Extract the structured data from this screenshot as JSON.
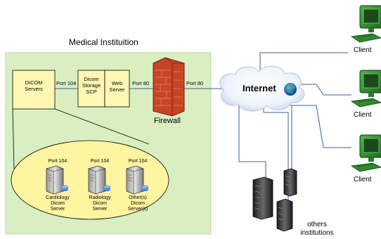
{
  "site_title": "Medical Instituition",
  "servers_box": {
    "line1": "DICOM",
    "line2": "Servers"
  },
  "scp_box": {
    "line1": "Dicom",
    "line2": "Storage",
    "line3": "SCP"
  },
  "web_box": {
    "line1": "Web",
    "line2": "Server"
  },
  "ports": {
    "p104": "Port 104",
    "p80a": "Port 80",
    "p80b": "Port 80"
  },
  "firewall_label": "Firewall",
  "internet_label": "Internet",
  "clients": [
    "Client",
    "Client",
    "Client"
  ],
  "cluster_servers": [
    {
      "port": "Port 104",
      "line1": "Cardiology",
      "line2": "Dicom",
      "line3": "Server"
    },
    {
      "port": "Port 104",
      "line1": "Radiology",
      "line2": "Dicom",
      "line3": "Server"
    },
    {
      "port": "Port 104",
      "line1": "Other(s)",
      "line2": "Dicom",
      "line3": "Server(s)"
    }
  ],
  "others_label": {
    "line1": "others",
    "line2": "institutions"
  },
  "colors": {
    "site_fill": "#d9efc2",
    "box_fill": "#fff7b3",
    "ellipse_fill": "#fff4a0",
    "network_line": "#3b5f9e",
    "firewall": "#c64526"
  }
}
